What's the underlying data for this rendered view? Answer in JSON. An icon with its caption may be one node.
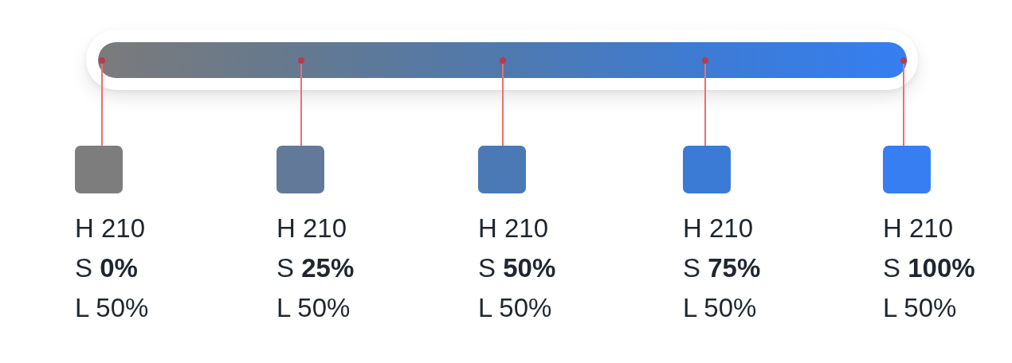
{
  "diagram": {
    "nodes": [
      {
        "text": [],
        "shape": "bar"
      },
      {
        "text": [],
        "shape": "circle",
        "in": 0
      },
      {
        "text": [],
        "shape": "circle",
        "in": 0
      },
      {
        "text": [],
        "shape": "circle",
        "in": 0
      },
      {
        "text": [],
        "shape": "circle",
        "in": 0
      },
      {
        "text": [],
        "shape": "circle",
        "in": 0
      },
      {
        "text": [],
        "shape": "box",
        "beside": [
          "H 210",
          "S **0%**",
          "L 50%"
        ]
      },
      {
        "text": [],
        "shape": "box",
        "beside": [
          "H 210",
          "S **25%**",
          "L 50%"
        ]
      },
      {
        "text": [],
        "shape": "box",
        "beside": [
          "H 210",
          "S **50%**",
          "L 50%"
        ]
      },
      {
        "text": [],
        "shape": "box",
        "beside": [
          "H 210",
          "S **75%**",
          "L 50%"
        ]
      },
      {
        "text": [],
        "shape": "box",
        "beside": [
          "H 210",
          "S **100%**",
          "L 50%"
        ]
      }
    ],
    "edges": [
      {
        "from": 1,
        "to": 6,
        "arrow": "none"
      },
      {
        "from": 2,
        "to": 7,
        "arrow": "none"
      },
      {
        "from": 3,
        "to": 8,
        "arrow": "none"
      },
      {
        "from": 4,
        "to": 9,
        "arrow": "none"
      },
      {
        "from": 5,
        "to": 10,
        "arrow": "none"
      }
    ]
  }
}
